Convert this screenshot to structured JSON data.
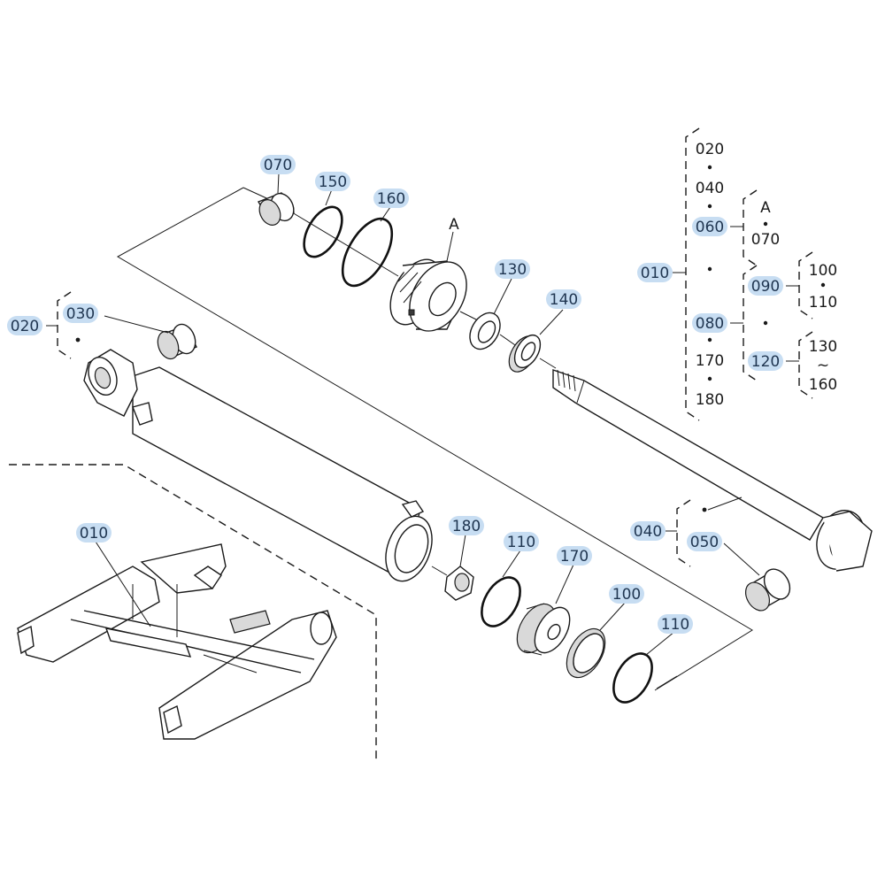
{
  "callouts": {
    "c070_top": "070",
    "c150": "150",
    "c160": "160",
    "cA": "A",
    "c130": "130",
    "c140": "140",
    "c020": "020",
    "c030": "030",
    "c010_main": "010",
    "c180": "180",
    "c110_a": "110",
    "c170": "170",
    "c100": "100",
    "c110_b": "110",
    "c040": "040",
    "c050": "050"
  },
  "hierarchy": {
    "root": "010",
    "col1": [
      "020",
      "040",
      "060",
      "080",
      "170",
      "180"
    ],
    "group_a_head": "A",
    "group_a_item": "070",
    "sub_090": "090",
    "sub_090_items": [
      "100",
      "110"
    ],
    "sub_120": "120",
    "sub_120_items": [
      "130",
      "160"
    ],
    "range_sign": "~"
  },
  "colors": {
    "callout_highlight": "#c7ddf2",
    "line": "#1a1a1a"
  }
}
